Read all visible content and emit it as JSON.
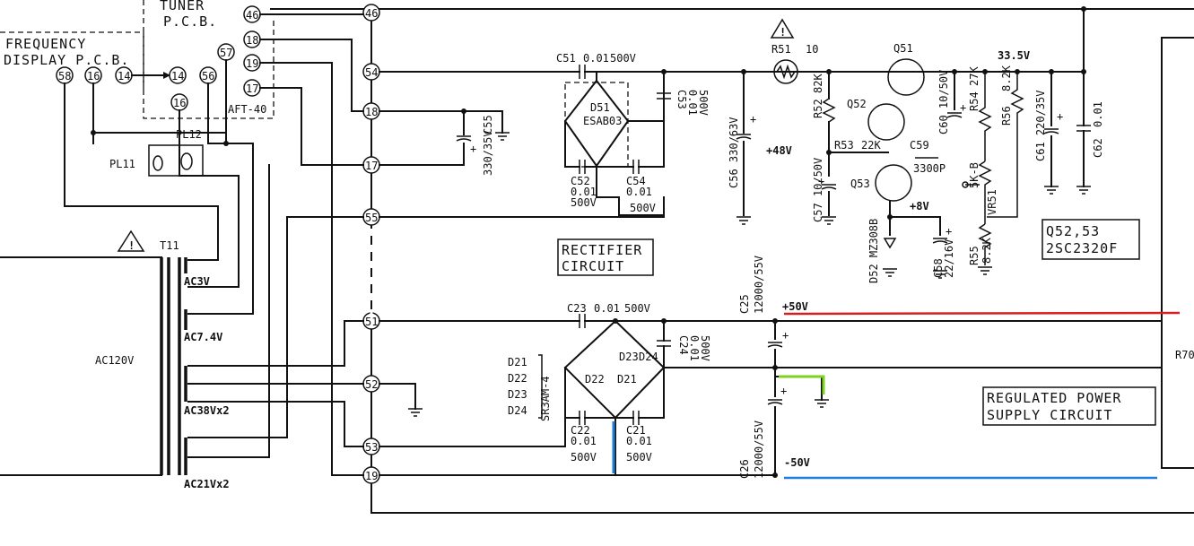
{
  "blocks": {
    "tuner_pcb": "TUNER\nP.C.B.",
    "freq_display_pcb": "FREQUENCY\nDISPLAY P.C.B.",
    "rectifier": "RECTIFIER\nCIRCUIT",
    "regulated": "REGULATED POWER\nSUPPLY CIRCUIT",
    "transistor_note": "Q52,53\n2SC2320F",
    "aft": "AFT-40",
    "partial_right": "R70"
  },
  "connectors": [
    "46",
    "18",
    "54",
    "19",
    "17",
    "57",
    "58",
    "16",
    "14",
    "14",
    "56",
    "16",
    "18",
    "17",
    "55",
    "51",
    "52",
    "53",
    "19"
  ],
  "plugs": [
    "PL11",
    "PL12"
  ],
  "transformer": {
    "name": "T11",
    "primary": "AC120V",
    "secondaries": [
      "AC3V",
      "AC7.4V",
      "AC38Vx2",
      "AC21Vx2"
    ]
  },
  "upper_rect": {
    "c51": "C51",
    "c51_val": "0.01",
    "c51_v": "500V",
    "d51": "D51",
    "d51_part": "ESAB03",
    "c53": "C53",
    "c53_val": "0.01",
    "c53_v": "500V",
    "c52": "C52",
    "c52_val": "0.01",
    "c52_v": "500V",
    "c54": "C54",
    "c54_val": "0.01",
    "c54_v": "500V",
    "c55": "C55",
    "c55_val": "330/35V",
    "c56": "C56",
    "c56_val": "330/63V",
    "plus": "+"
  },
  "regulator": {
    "r51": "R51",
    "r51_val": "10",
    "q51": "Q51",
    "q52": "Q52",
    "q53": "Q53",
    "r52": "R52",
    "r52_val": "82K",
    "r53": "R53",
    "r53_val": "22K",
    "c59": "C59",
    "c59_val": "3300P",
    "c60": "C60",
    "c60_val": "10/50V",
    "r54": "R54",
    "r54_val": "27K",
    "r56": "R56",
    "r56_val": "8.2K",
    "vr51": "VR51",
    "vr51_val": "5K-B",
    "r55": "R55",
    "r55_val": "8.2K",
    "c61": "C61",
    "c61_val": "220/35V",
    "c62": "C62",
    "c62_val": "0.01",
    "c57": "C57",
    "c57_val": "10/50V",
    "c58": "C58",
    "c58_val": "22/16V",
    "d52": "D52",
    "d52_part": "MZ308B",
    "v48": "+48V",
    "v335": "33.5V",
    "v8": "+8V"
  },
  "lower_rect": {
    "c23": "C23",
    "c23_val": "0.01",
    "c23_v": "500V",
    "c24": "C24",
    "c24_val": "0.01",
    "c24_v": "500V",
    "c22": "C22",
    "c22_val": "0.01",
    "c22_v": "500V",
    "c21": "C21",
    "c21_val": "0.01",
    "c21_v": "500V",
    "d23": "D23",
    "d24": "D24",
    "d22": "D22",
    "d21": "D21",
    "diode_list": [
      "D21",
      "D22",
      "D23",
      "D24"
    ],
    "diode_part": "SR3AM-4",
    "c25": "C25",
    "c25_val": "12000/55V",
    "c26": "C26",
    "c26_val": "12000/55V",
    "vpos": "+50V",
    "vneg": "-50V"
  },
  "colors": {
    "red": "#d62020",
    "blue": "#1e7fd8",
    "green": "#7ed321",
    "ink": "#111111"
  }
}
